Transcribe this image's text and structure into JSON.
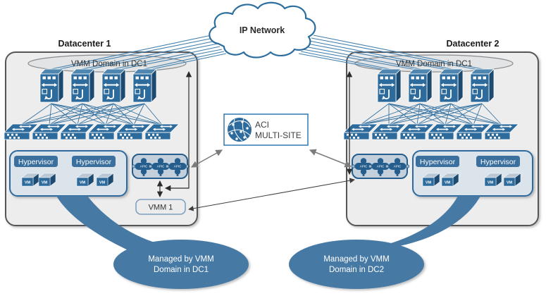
{
  "cloud": {
    "label": "IP Network"
  },
  "aci_multisite": {
    "line1": "ACI",
    "line2": "MULTI-SITE"
  },
  "labels": {
    "hypervisor": "Hypervisor",
    "vm": "VM",
    "apic": "APIC"
  },
  "dc1": {
    "title": "Datacenter 1",
    "vmm_domain": "VMM Domain in DC1",
    "vmm_controller": "VMM 1",
    "callout": {
      "line1": "Managed by VMM",
      "line2": "Domain in DC1"
    }
  },
  "dc2": {
    "title": "Datacenter 2",
    "vmm_domain": "VMM Domain in DC1",
    "callout": {
      "line1": "Managed by VMM",
      "line2": "Domain in DC2"
    }
  },
  "colors": {
    "cisco_blue": "#2D6B9D",
    "cisco_blue_dark": "#1C4A70",
    "cisco_blue_light": "#4E86AF",
    "apic_blue": "#255E8C",
    "callout_blue": "#4779A5",
    "dc_box_fill": "#EDEDEE",
    "dc_box_border": "#55575A",
    "link_blue": "#4380AE",
    "arrow_gray": "#7C7C7C",
    "arrow_black": "#2B2B2B"
  },
  "icons": [
    "ip-network-cloud",
    "globe-icon",
    "spine-switch-icon",
    "leaf-switch-icon",
    "apic-node-icon",
    "vm-cube-icon"
  ]
}
